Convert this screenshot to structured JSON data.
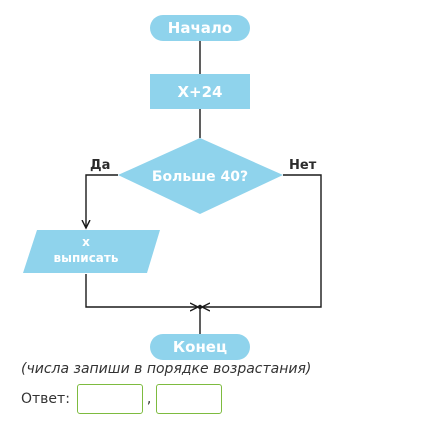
{
  "flowchart": {
    "start_label": "Начало",
    "process_label": "X+24",
    "decision_label": "Больше 40?",
    "yes_label": "Да",
    "no_label": "Нет",
    "output_line1": "x",
    "output_line2": "выписать",
    "end_label": "Конец",
    "colors": {
      "fill": "#8fd3ec",
      "stroke": "#1a1a1a",
      "text": "#ffffff"
    }
  },
  "instructions": {
    "hint": "(числа запиши в порядке возрастания)",
    "answer_label": "Ответ:",
    "separator": ",",
    "answer_1_value": "",
    "answer_2_value": "",
    "answer_box_border": "#7dbb3f"
  }
}
